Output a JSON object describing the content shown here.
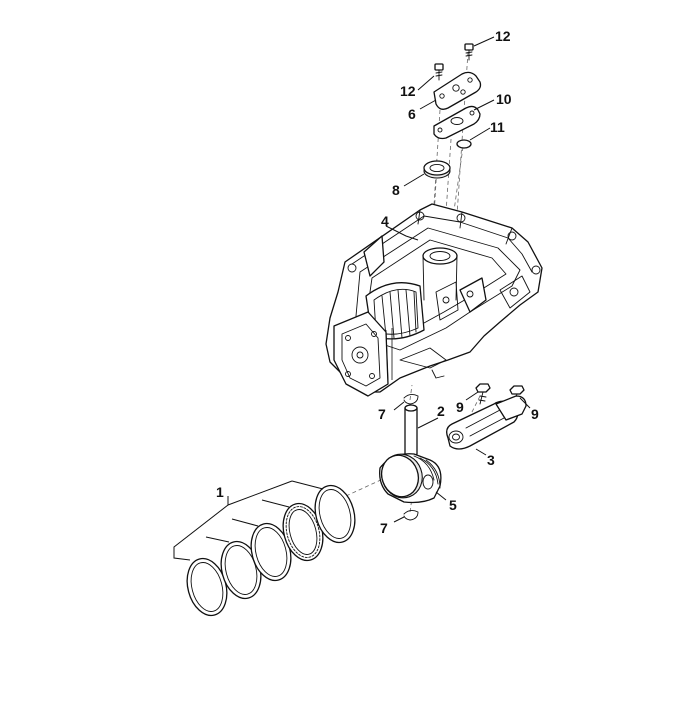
{
  "diagram": {
    "callouts": [
      {
        "id": "c1",
        "text": "1"
      },
      {
        "id": "c2",
        "text": "2"
      },
      {
        "id": "c3",
        "text": "3"
      },
      {
        "id": "c4",
        "text": "4"
      },
      {
        "id": "c5",
        "text": "5"
      },
      {
        "id": "c6",
        "text": "6"
      },
      {
        "id": "c7a",
        "text": "7"
      },
      {
        "id": "c7b",
        "text": "7"
      },
      {
        "id": "c8",
        "text": "8"
      },
      {
        "id": "c9a",
        "text": "9"
      },
      {
        "id": "c9b",
        "text": "9"
      },
      {
        "id": "c10",
        "text": "10"
      },
      {
        "id": "c11",
        "text": "11"
      },
      {
        "id": "c12a",
        "text": "12"
      },
      {
        "id": "c12b",
        "text": "12"
      }
    ]
  }
}
